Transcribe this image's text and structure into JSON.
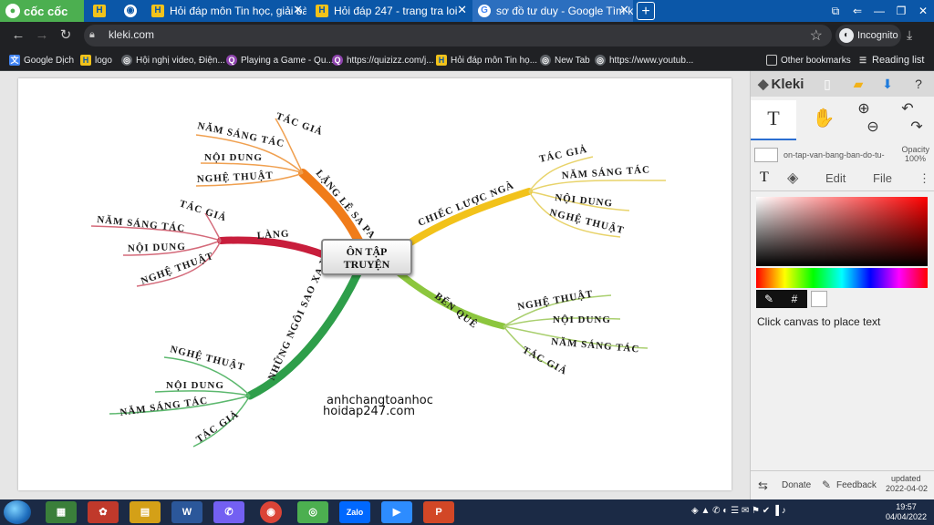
{
  "browser": {
    "brand": "cốc cốc",
    "tabs": [
      {
        "title": "",
        "icon": "H"
      },
      {
        "title": "",
        "icon": "coccoc"
      },
      {
        "title": "Hỏi đáp môn Tin học, giải bà",
        "icon": "H"
      },
      {
        "title": "Hỏi đáp 247 - trang tra loi",
        "icon": "H"
      },
      {
        "title": "sơ đồ tư duy - Google Tìm k",
        "icon": "G"
      }
    ],
    "url": "kleki.com",
    "incognito_label": "Incognito",
    "bookmarks": [
      {
        "label": "Google Dịch",
        "icon": "translate"
      },
      {
        "label": "logo",
        "icon": "H"
      },
      {
        "label": "Hội nghị video, Điện...",
        "icon": "globe"
      },
      {
        "label": "Playing a Game - Qu...",
        "icon": "Q"
      },
      {
        "label": "https://quizizz.com/j...",
        "icon": "Q"
      },
      {
        "label": "Hỏi đáp môn Tin họ...",
        "icon": "H"
      },
      {
        "label": "New Tab",
        "icon": "globe"
      },
      {
        "label": "https://www.youtub...",
        "icon": "globe"
      }
    ],
    "other_bookmarks": "Other bookmarks",
    "reading_list": "Reading list"
  },
  "mindmap": {
    "center": [
      "ÔN TẬP",
      "TRUYỆN"
    ],
    "branches": [
      {
        "label": "LẶNG LẼ SA PA",
        "color": "#f07c1a",
        "children": [
          "TÁC GIẢ",
          "NĂM SÁNG TÁC",
          "NỘI DUNG",
          "NGHỆ THUẬT"
        ]
      },
      {
        "label": "CHIẾC LƯỢC NGÀ",
        "color": "#f2c21a",
        "children": [
          "TÁC GIẢ",
          "NĂM SÁNG TÁC",
          "NỘI DUNG",
          "NGHỆ THUẬT"
        ]
      },
      {
        "label": "LÀNG",
        "color": "#c81e3c",
        "children": [
          "TÁC GIẢ",
          "NĂM SÁNG TÁC",
          "NỘI DUNG",
          "NGHỆ THUẬT"
        ]
      },
      {
        "label": "BẾN QUÊ",
        "color": "#8cc63e",
        "children": [
          "NGHỆ THUẬT",
          "NỘI DUNG",
          "NĂM SÁNG TÁC",
          "TÁC GIẢ"
        ]
      },
      {
        "label": "NHỮNG NGÔI SAO XA XÔI",
        "color": "#2e9e4a",
        "children": [
          "NGHỆ THUẬT",
          "NỘI DUNG",
          "NĂM SÁNG TÁC",
          "TÁC GIẢ"
        ]
      }
    ],
    "stamp_lines": [
      "anhchangtoanhoc",
      "hoidap247.com"
    ]
  },
  "kleki": {
    "logo": "Kleki",
    "filename": "on-tap-van-bang-ban-do-tu-",
    "opacity_label": "Opacity",
    "opacity_value": "100%",
    "tabs": [
      "T",
      "layers",
      "Edit",
      "File"
    ],
    "hint": "Click canvas to place text",
    "donate": "Donate",
    "feedback": "Feedback",
    "updated_label": "updated",
    "updated_date": "2022-04-02"
  },
  "taskbar": {
    "time": "19:57",
    "date": "04/04/2022",
    "apps": [
      "explorer",
      "paint",
      "files",
      "W",
      "viber",
      "chrome",
      "coccoc",
      "Zalo",
      "zoom",
      "P"
    ]
  }
}
